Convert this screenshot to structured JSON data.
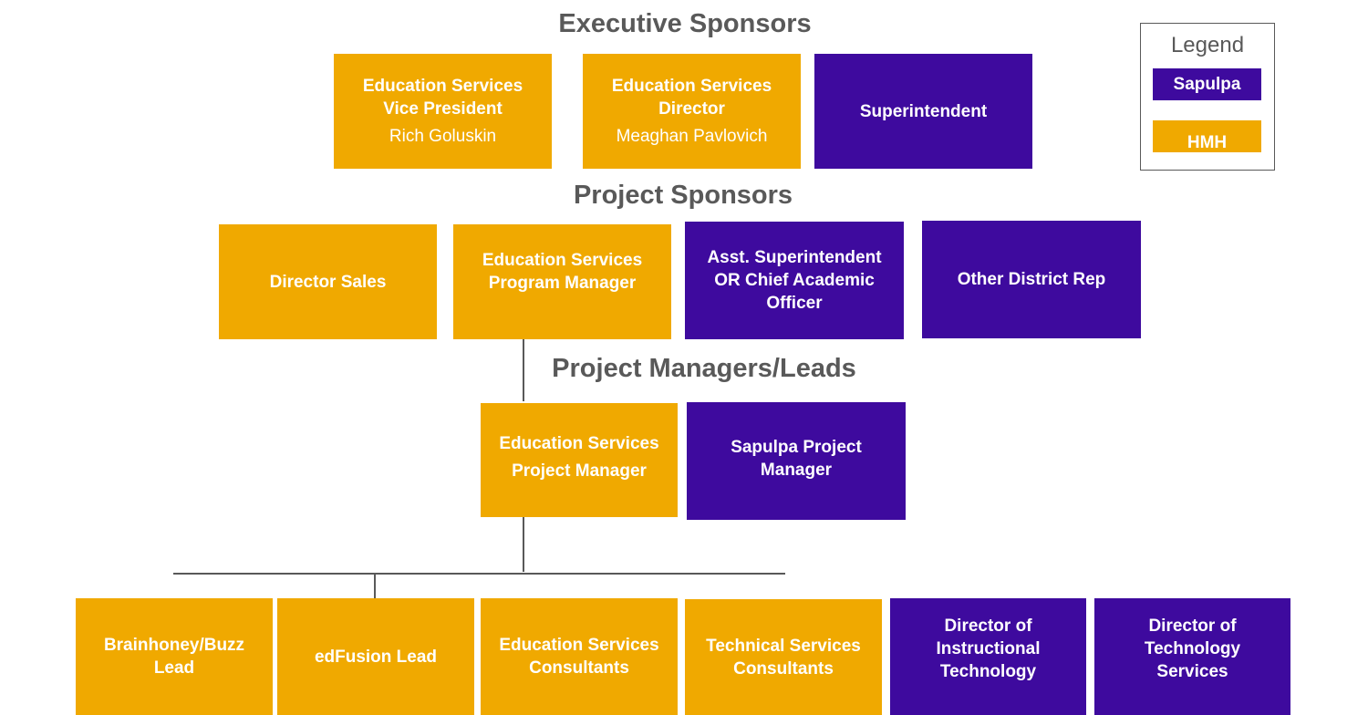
{
  "colors": {
    "hmh": "#f0a900",
    "sapulpa": "#3e0a9e",
    "heading": "#595959"
  },
  "legend": {
    "title": "Legend",
    "items": [
      {
        "label": "Sapulpa",
        "color": "#3e0a9e"
      },
      {
        "label": "HMH",
        "color": "#f0a900"
      }
    ]
  },
  "executive": {
    "heading": "Executive Sponsors",
    "boxes": [
      {
        "lines": [
          "Education Services",
          "Vice President"
        ],
        "person": "Rich Goluskin",
        "org": "HMH"
      },
      {
        "lines": [
          "Education Services",
          "Director"
        ],
        "person": "Meaghan Pavlovich",
        "org": "HMH"
      },
      {
        "lines": [
          "Superintendent"
        ],
        "org": "Sapulpa"
      }
    ]
  },
  "project_sponsors": {
    "heading": "Project Sponsors",
    "boxes": [
      {
        "lines": [
          "Director Sales"
        ],
        "org": "HMH"
      },
      {
        "lines": [
          "Education Services",
          "Program Manager"
        ],
        "org": "HMH"
      },
      {
        "lines": [
          "Asst. Superintendent",
          "OR Chief Academic",
          "Officer"
        ],
        "org": "Sapulpa"
      },
      {
        "lines": [
          "Other District Rep"
        ],
        "org": "Sapulpa"
      }
    ]
  },
  "managers": {
    "heading": "Project Managers/Leads",
    "boxes": [
      {
        "lines": [
          "Education Services",
          "Project Manager"
        ],
        "org": "HMH"
      },
      {
        "lines": [
          "Sapulpa Project",
          "Manager"
        ],
        "org": "Sapulpa"
      }
    ]
  },
  "team": {
    "boxes": [
      {
        "lines": [
          "Brainhoney/Buzz",
          "Lead"
        ],
        "org": "HMH"
      },
      {
        "lines": [
          "edFusion Lead"
        ],
        "org": "HMH"
      },
      {
        "lines": [
          "Education Services",
          "Consultants"
        ],
        "org": "HMH"
      },
      {
        "lines": [
          "Technical Services",
          "Consultants"
        ],
        "org": "HMH"
      },
      {
        "lines": [
          "Director of",
          "Instructional",
          "Technology"
        ],
        "org": "Sapulpa"
      },
      {
        "lines": [
          "Director of",
          "Technology",
          "Services"
        ],
        "org": "Sapulpa"
      }
    ]
  }
}
